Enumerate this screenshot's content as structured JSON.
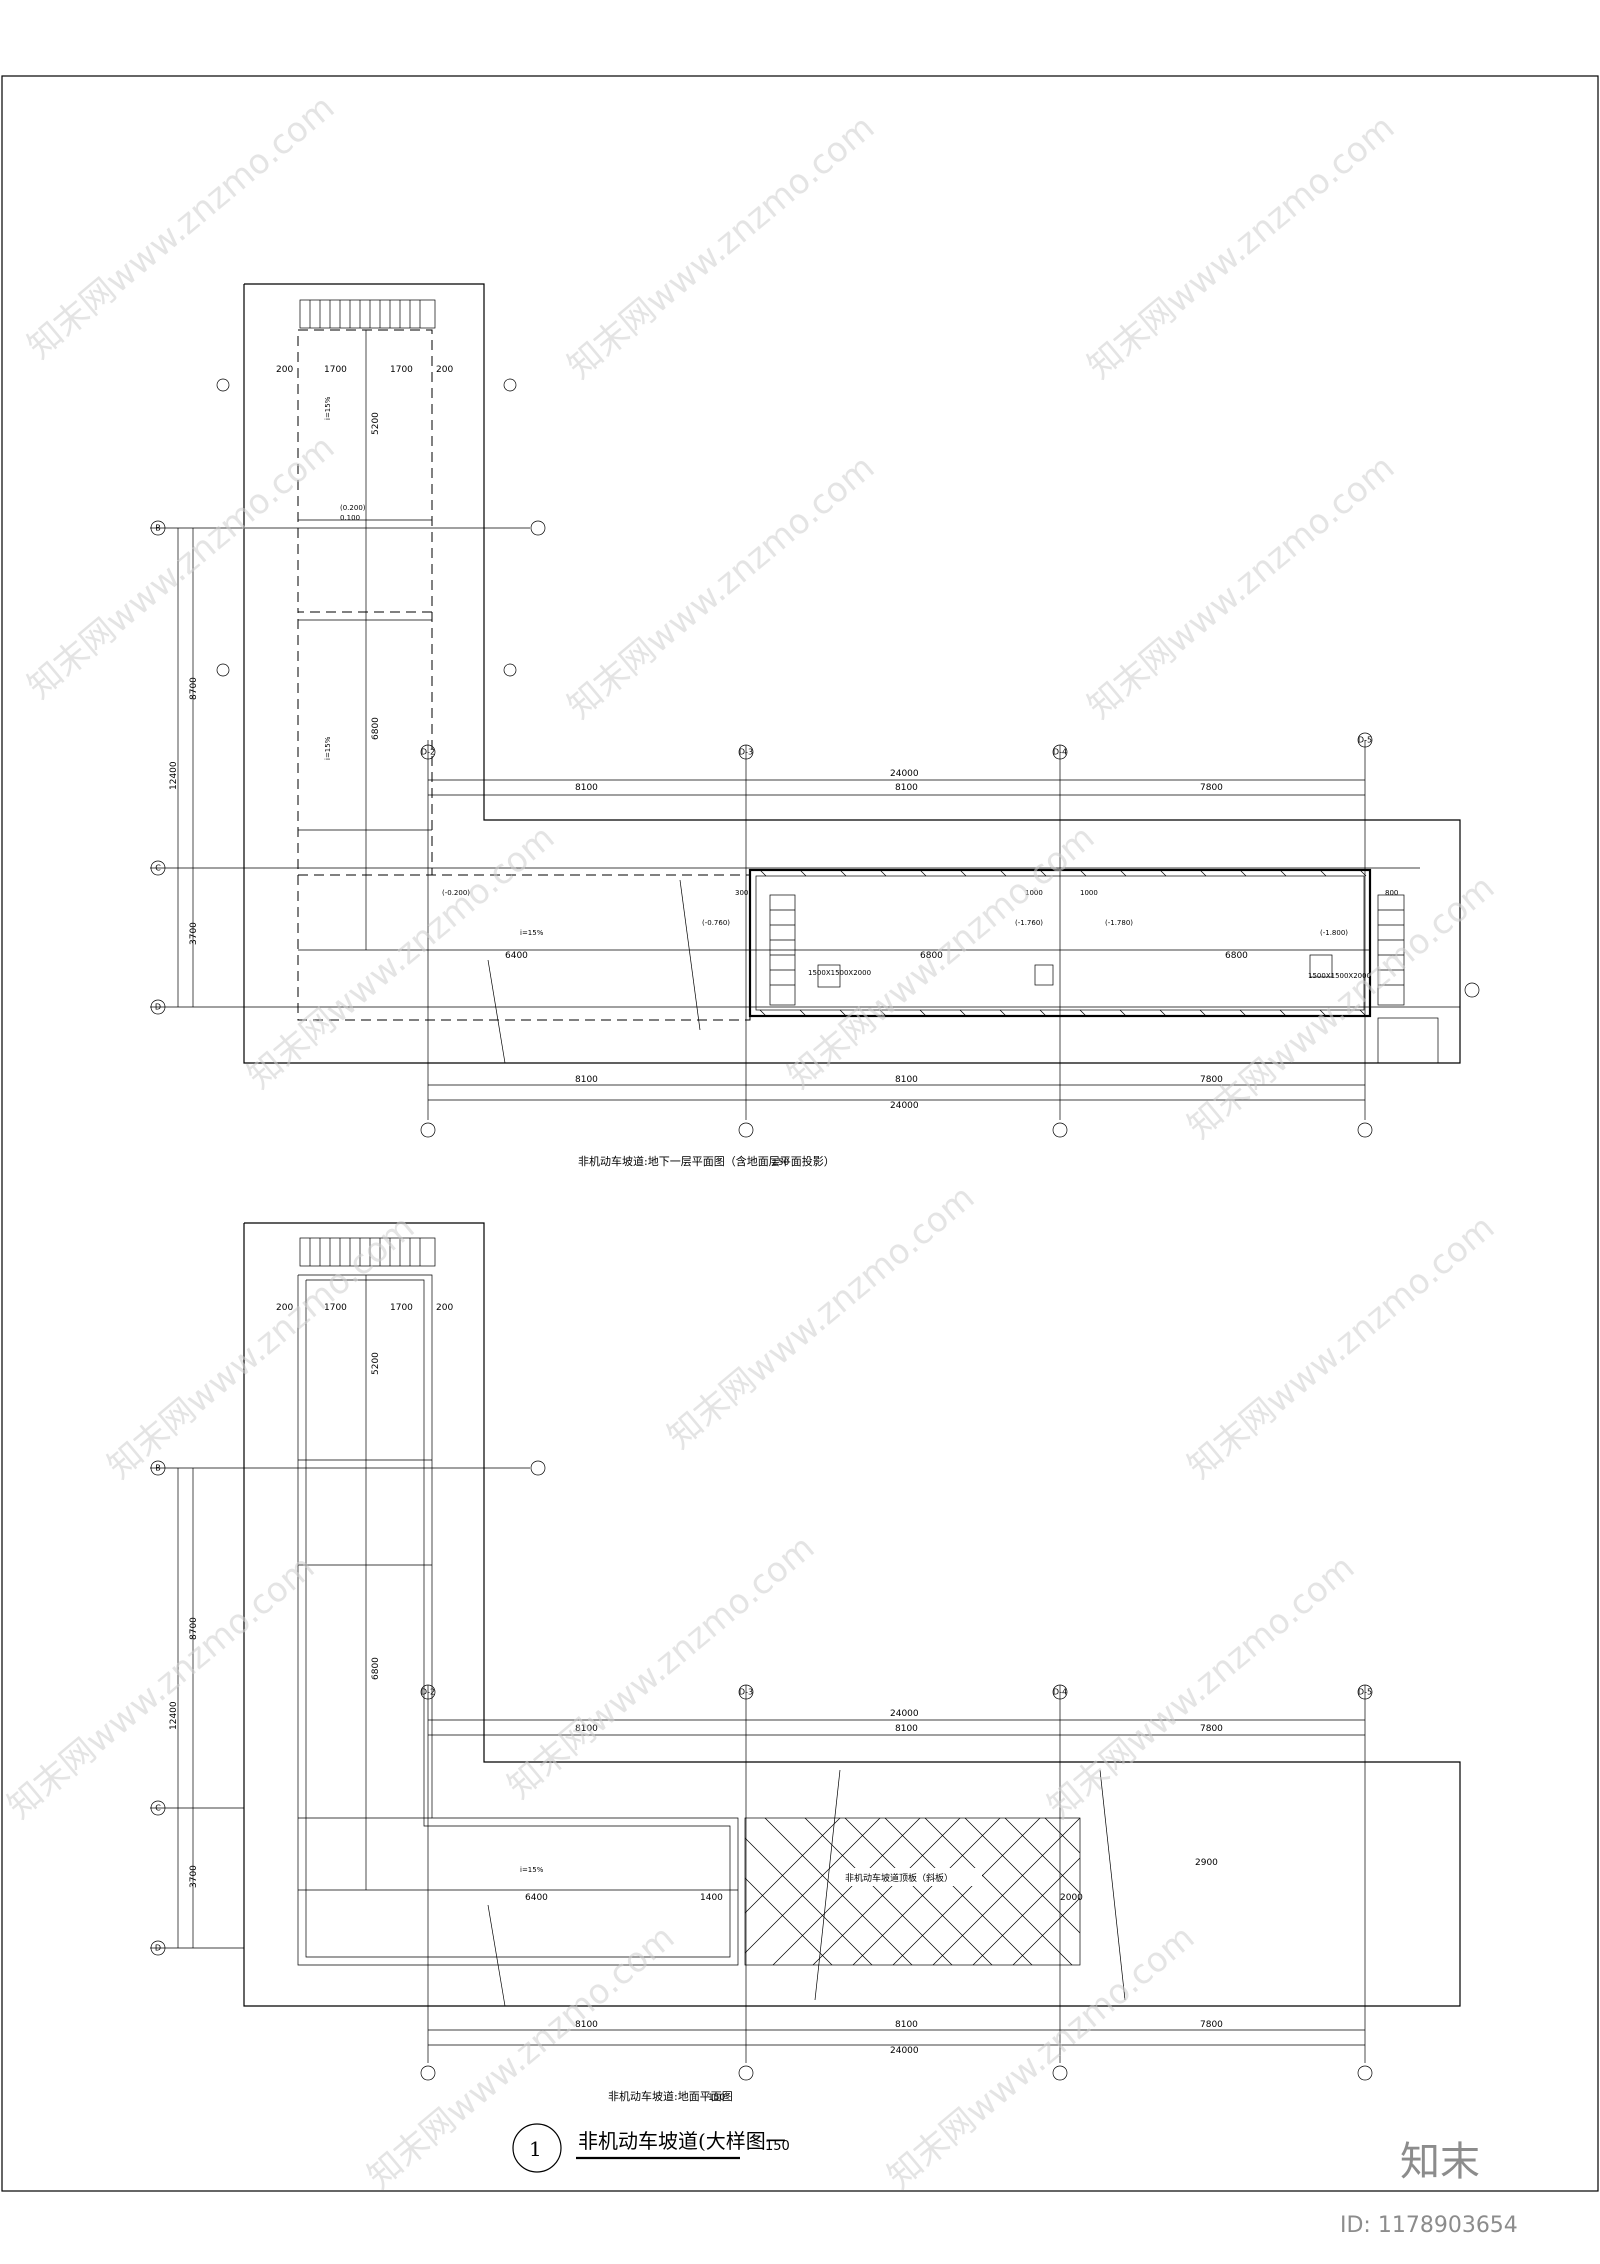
{
  "plan_upper": {
    "caption": "非机动车坡道:地下一层平面图（含地面层平面投影）",
    "scale": "150",
    "dims_top": [
      "8100",
      "8100",
      "7800"
    ],
    "dims_top_total": "24000",
    "dims_bottom": [
      "8100",
      "8100",
      "7800"
    ],
    "dims_bottom_total": "24000",
    "dims_left": [
      "8700",
      "3700"
    ],
    "dims_left_total": "12400",
    "axes_top": [
      "D-2",
      "D-3",
      "D-4",
      "D-5"
    ],
    "axes_left": [
      "B",
      "C",
      "D"
    ],
    "vertical_segments": [
      "5200",
      "6800"
    ],
    "widths": [
      "200",
      "1700",
      "1700",
      "200"
    ],
    "horizontal_segments": [
      "6400",
      "6800",
      "6800"
    ],
    "pit_sizes": [
      "1500X1500X2000",
      "1500X1500X2000"
    ],
    "slope_labels": [
      "i=15%",
      "i=15%",
      "i=15%"
    ],
    "elevations": [
      "(-0.760)",
      "(-1.760)",
      "(-1.780)",
      "(-1.800)",
      "(-0.200)",
      "(0.200)",
      "0.100"
    ],
    "stair_dims": [
      "300",
      "1000",
      "1000",
      "800"
    ]
  },
  "plan_lower": {
    "caption": "非机动车坡道:地面平面图",
    "scale": "150",
    "dims_top": [
      "8100",
      "8100",
      "7800"
    ],
    "dims_top_total": "24000",
    "dims_bottom": [
      "8100",
      "8100",
      "7800"
    ],
    "dims_bottom_total": "24000",
    "dims_left": [
      "8700",
      "3700"
    ],
    "dims_left_total": "12400",
    "axes_top": [
      "D-2",
      "D-3",
      "D-4",
      "D-5"
    ],
    "axes_left": [
      "B",
      "C",
      "D"
    ],
    "vertical_segments": [
      "5200",
      "6800"
    ],
    "widths": [
      "200",
      "1700",
      "1700",
      "200"
    ],
    "roof_label": "非机动车坡道顶板（斜板）",
    "segment_labels": [
      "6400",
      "1400",
      "2900",
      "2000"
    ],
    "slope_label": "i=15%"
  },
  "title_block": {
    "number": "1",
    "title": "非机动车坡道(大样图一",
    "scale": "150"
  },
  "watermark": {
    "text": "知末网www.znzmo.com"
  },
  "branding": {
    "logo": "知末",
    "id_text": "ID: 1178903654"
  }
}
